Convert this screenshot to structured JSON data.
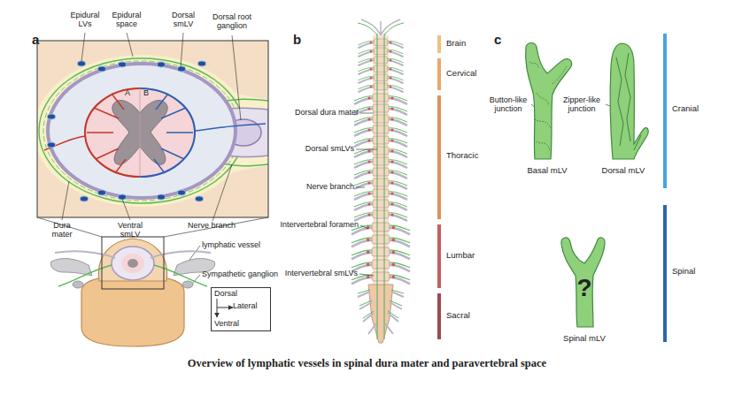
{
  "diagram": {
    "caption": "Overview of lymphatic vessels in spinal dura mater and paravertebral space",
    "nodes": [
      {
        "text": [
          "Dorsal",
          "Lateral",
          "Ventral"
        ]
      },
      {
        "text": [
          "Brain"
        ]
      },
      {
        "text": [
          "Cervical"
        ]
      },
      {
        "text": [
          "Thoracic"
        ]
      },
      {
        "text": [
          "Lumbar"
        ]
      },
      {
        "text": [
          "Sacral"
        ]
      },
      {
        "text": [
          "Basal mLV"
        ]
      },
      {
        "text": [
          "Dorsal mLV"
        ]
      },
      {
        "text": [
          "?",
          "Spinal mLV"
        ]
      },
      {
        "text": [
          "Cranial"
        ]
      },
      {
        "text": [
          "Spinal"
        ]
      }
    ],
    "labels": [
      "a",
      "Epidural LVs",
      "Epidural space",
      "Dorsal smLV",
      "Dorsal root ganglion",
      "A",
      "B",
      "Dura mater",
      "Ventral smLV",
      "Nerve branch",
      "lymphatic vessel",
      "Sympathetic ganglion",
      "b",
      "Dorsal dura mater",
      "Dorsal smLVs",
      "Nerve branch",
      "Intervertebral foramen",
      "Intervertebral smLVs",
      "c",
      "Button-like junction",
      "Zipper-like junction"
    ]
  }
}
